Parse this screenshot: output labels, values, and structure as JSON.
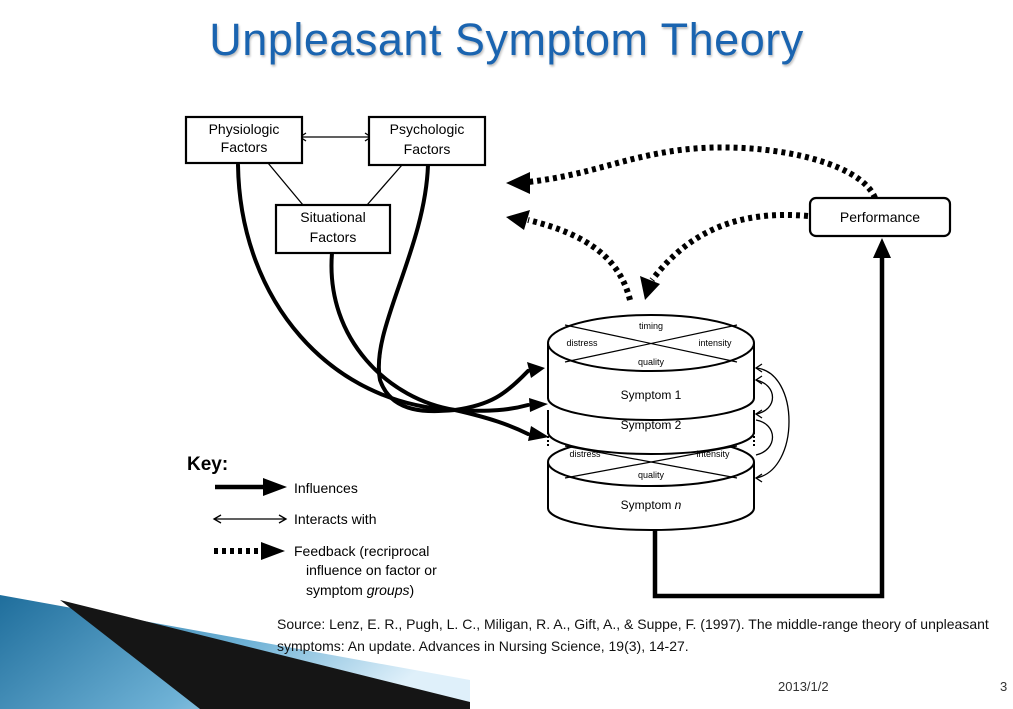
{
  "slide": {
    "title": "Unpleasant Symptom Theory",
    "source": "Source: Lenz, E. R., Pugh, L. C., Miligan, R. A., Gift, A., & Suppe, F. (1997). The middle-range  theory of unpleasant symptoms: An update. Advances in Nursing Science, 19(3), 14-27.",
    "date": "2013/1/2",
    "page_number": "3",
    "title_color": "#1a64b0",
    "banner_color": "#2a7aa8"
  },
  "diagram": {
    "boxes": {
      "physiologic": [
        "Physiologic",
        "Factors"
      ],
      "psychologic": [
        "Psychologic",
        "Factors"
      ],
      "situational": [
        "Situational",
        "Factors"
      ],
      "performance": "Performance"
    },
    "disk_top": {
      "timing": "timing",
      "distress": "distress",
      "intensity": "intensity",
      "quality": "quality"
    },
    "disk_bottom": {
      "distress": "distress",
      "intensity": "intensity",
      "quality": "quality"
    },
    "symptoms": {
      "s1": "Symptom 1",
      "s2": "Symptom 2",
      "sn_prefix": "Symptom ",
      "sn_suffix": "n"
    },
    "key": {
      "heading": "Key:",
      "influences": "Influences",
      "interacts": "Interacts with",
      "feedback_lines": [
        "Feedback (recriprocal",
        "influence on factor or"
      ],
      "feedback_last_prefix": "symptom ",
      "feedback_last_italic": "groups",
      "feedback_last_suffix": ")"
    }
  }
}
